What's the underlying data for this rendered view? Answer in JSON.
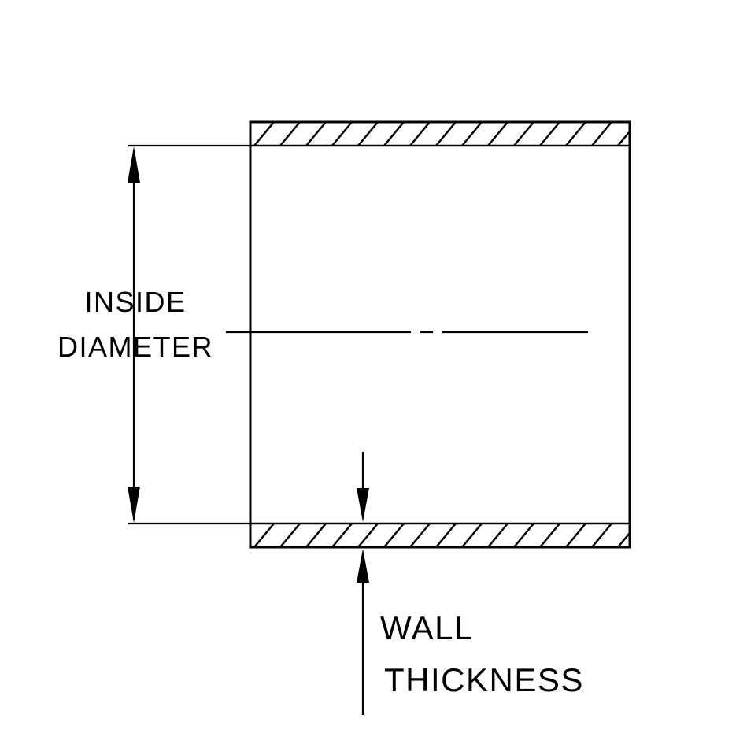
{
  "diagram": {
    "type": "technical-cross-section",
    "labels": {
      "inside_diameter_line1": "INSIDE",
      "inside_diameter_line2": "DIAMETER",
      "wall_thickness_line1": "WALL",
      "wall_thickness_line2": "THICKNESS"
    },
    "colors": {
      "line": "#000000",
      "background": "#ffffff"
    }
  }
}
